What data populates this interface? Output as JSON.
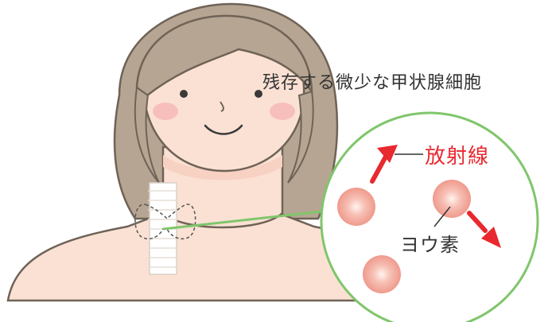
{
  "labels": {
    "title": "残存する微少な甲状腺細胞",
    "radiation": "放射線",
    "iodine": "ヨウ素"
  },
  "colors": {
    "skin": "#fbe1d4",
    "hair": "#b6a592",
    "hair_outline": "#6f6357",
    "circle_border": "#7fc66b",
    "cell": "#f2a59a",
    "arrow": "#e8292f",
    "cheek": "#f6b3b3",
    "text": "#333333",
    "radiation_text": "#e8292f"
  },
  "icons": {
    "person": "woman-illustration",
    "thyroid": "thyroid-outline",
    "trachea": "trachea-illustration"
  }
}
